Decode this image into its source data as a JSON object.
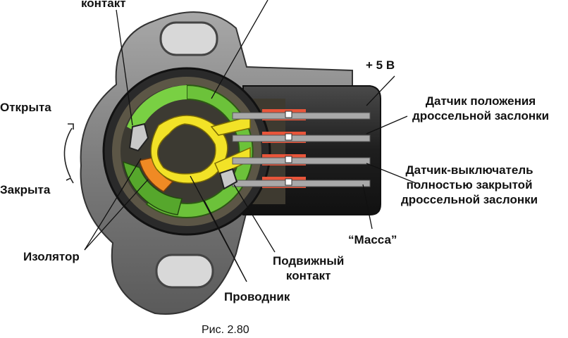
{
  "labels": {
    "contact_top": "контакт",
    "open": "Открыта",
    "closed": "Закрыта",
    "plus5v": "+ 5 В",
    "tps_line1": "Датчик положения",
    "tps_line2": "дроссельной заслонки",
    "switch_line1": "Датчик-выключатель",
    "switch_line2": "полностью закрытой",
    "switch_line3": "дроссельной заслонки",
    "mass": "“Масса”",
    "insulator": "Изолятор",
    "moving_line1": "Подвижный",
    "moving_line2": "контакт",
    "conductor": "Проводник"
  },
  "caption": "Рис. 2.80",
  "colors": {
    "housing": "#8a8a8a",
    "housing_dark": "#3b3b3b",
    "connector": "#262626",
    "green": "#6cc23a",
    "yellow": "#f2e227",
    "orange": "#f08a24",
    "terminal_red": "#e8553a",
    "pin_gray": "#a9a9a9"
  }
}
